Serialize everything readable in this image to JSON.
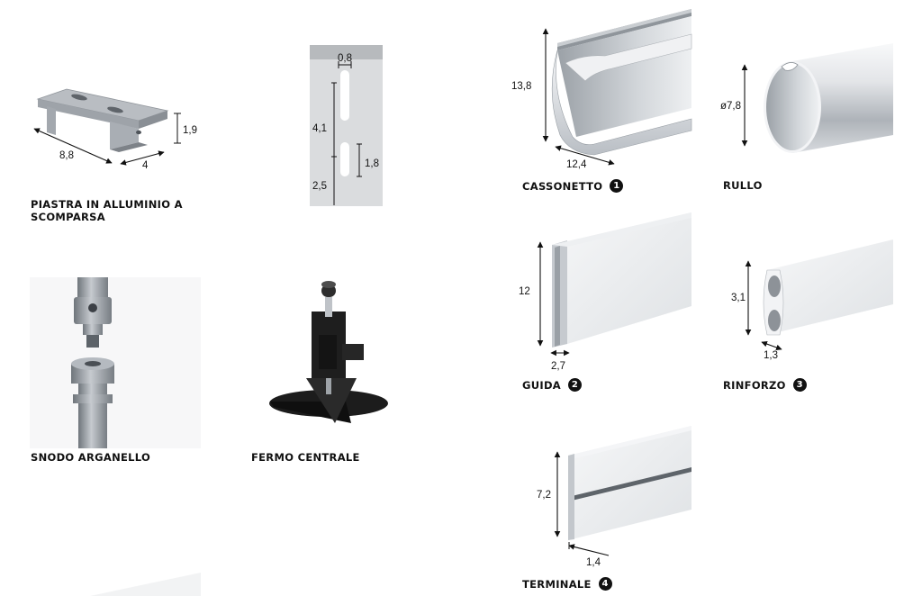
{
  "items": {
    "piastra": {
      "caption_line1": "PIASTRA IN ALLUMINIO A",
      "caption_line2": "SCOMPARSA",
      "dim_length": "8,8",
      "dim_width": "4",
      "dim_height": "1,9"
    },
    "slot_plate": {
      "dim_slot_width": "0,8",
      "dim_spacing": "4,1",
      "dim_slot_height": "1,8",
      "dim_bottom": "2,5"
    },
    "cassonetto": {
      "caption": "CASSONETTO",
      "badge": "1",
      "dim_height": "13,8",
      "dim_width": "12,4"
    },
    "rullo": {
      "caption": "RULLO",
      "dim_diameter": "ø7,8"
    },
    "guida": {
      "caption": "GUIDA",
      "badge": "2",
      "dim_height": "12",
      "dim_width": "2,7"
    },
    "rinforzo": {
      "caption": "RINFORZO",
      "badge": "3",
      "dim_height": "3,1",
      "dim_width": "1,3"
    },
    "snodo": {
      "caption": "SNODO ARGANELLO"
    },
    "fermo": {
      "caption": "FERMO CENTRALE"
    },
    "terminale": {
      "caption": "TERMINALE",
      "badge": "4",
      "dim_height": "7,2",
      "dim_width": "1,4"
    }
  },
  "colors": {
    "metal_light": "#e9ebee",
    "metal_mid": "#c7cbd0",
    "metal_dark": "#8d9298",
    "plastic_black": "#1a1a1a"
  }
}
